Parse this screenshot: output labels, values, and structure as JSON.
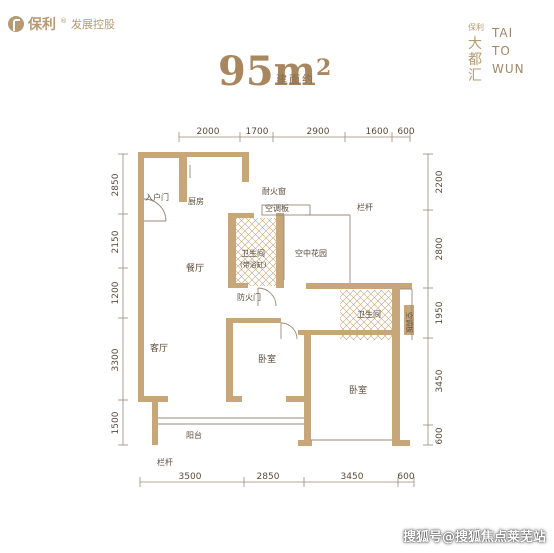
{
  "brand": {
    "name": "保利",
    "reg": "®",
    "suffix": "发展控股"
  },
  "project": {
    "cn": [
      "保利",
      "大",
      "都",
      "汇"
    ],
    "en": [
      "TAI",
      "TO",
      "WUN"
    ]
  },
  "area": {
    "label": "建面约",
    "value": "95m",
    "sup": "2"
  },
  "dims_top": [
    "2000",
    "1700",
    "2900",
    "1600",
    "600"
  ],
  "dims_bottom": [
    "3500",
    "2850",
    "3450",
    "600"
  ],
  "dims_left": [
    "2850",
    "2150",
    "1200",
    "3300",
    "1500"
  ],
  "dims_right": [
    "2200",
    "2800",
    "1950",
    "3450",
    "600"
  ],
  "rooms": {
    "entry": "入户门",
    "kitchen": "厨房",
    "fire_window": "耐火窗",
    "ac": "空调板",
    "railing_top": "栏杆",
    "dining": "餐厅",
    "bath1": "卫生间",
    "bath1_sub": "(带浴缸)",
    "garden": "空中花园",
    "fire_door": "防火门",
    "bath2": "卫生间",
    "ac_right": "空调板",
    "living": "客厅",
    "bedroom1": "卧室",
    "bedroom2": "卧室",
    "balcony": "阳台",
    "railing_bottom": "栏杆"
  },
  "watermark": "搜狐号@搜狐焦点莱芜站",
  "colors": {
    "wall": "#c7a67a",
    "line": "#9a8a78",
    "text": "#5a4a3a",
    "brand": "#b69a73"
  }
}
